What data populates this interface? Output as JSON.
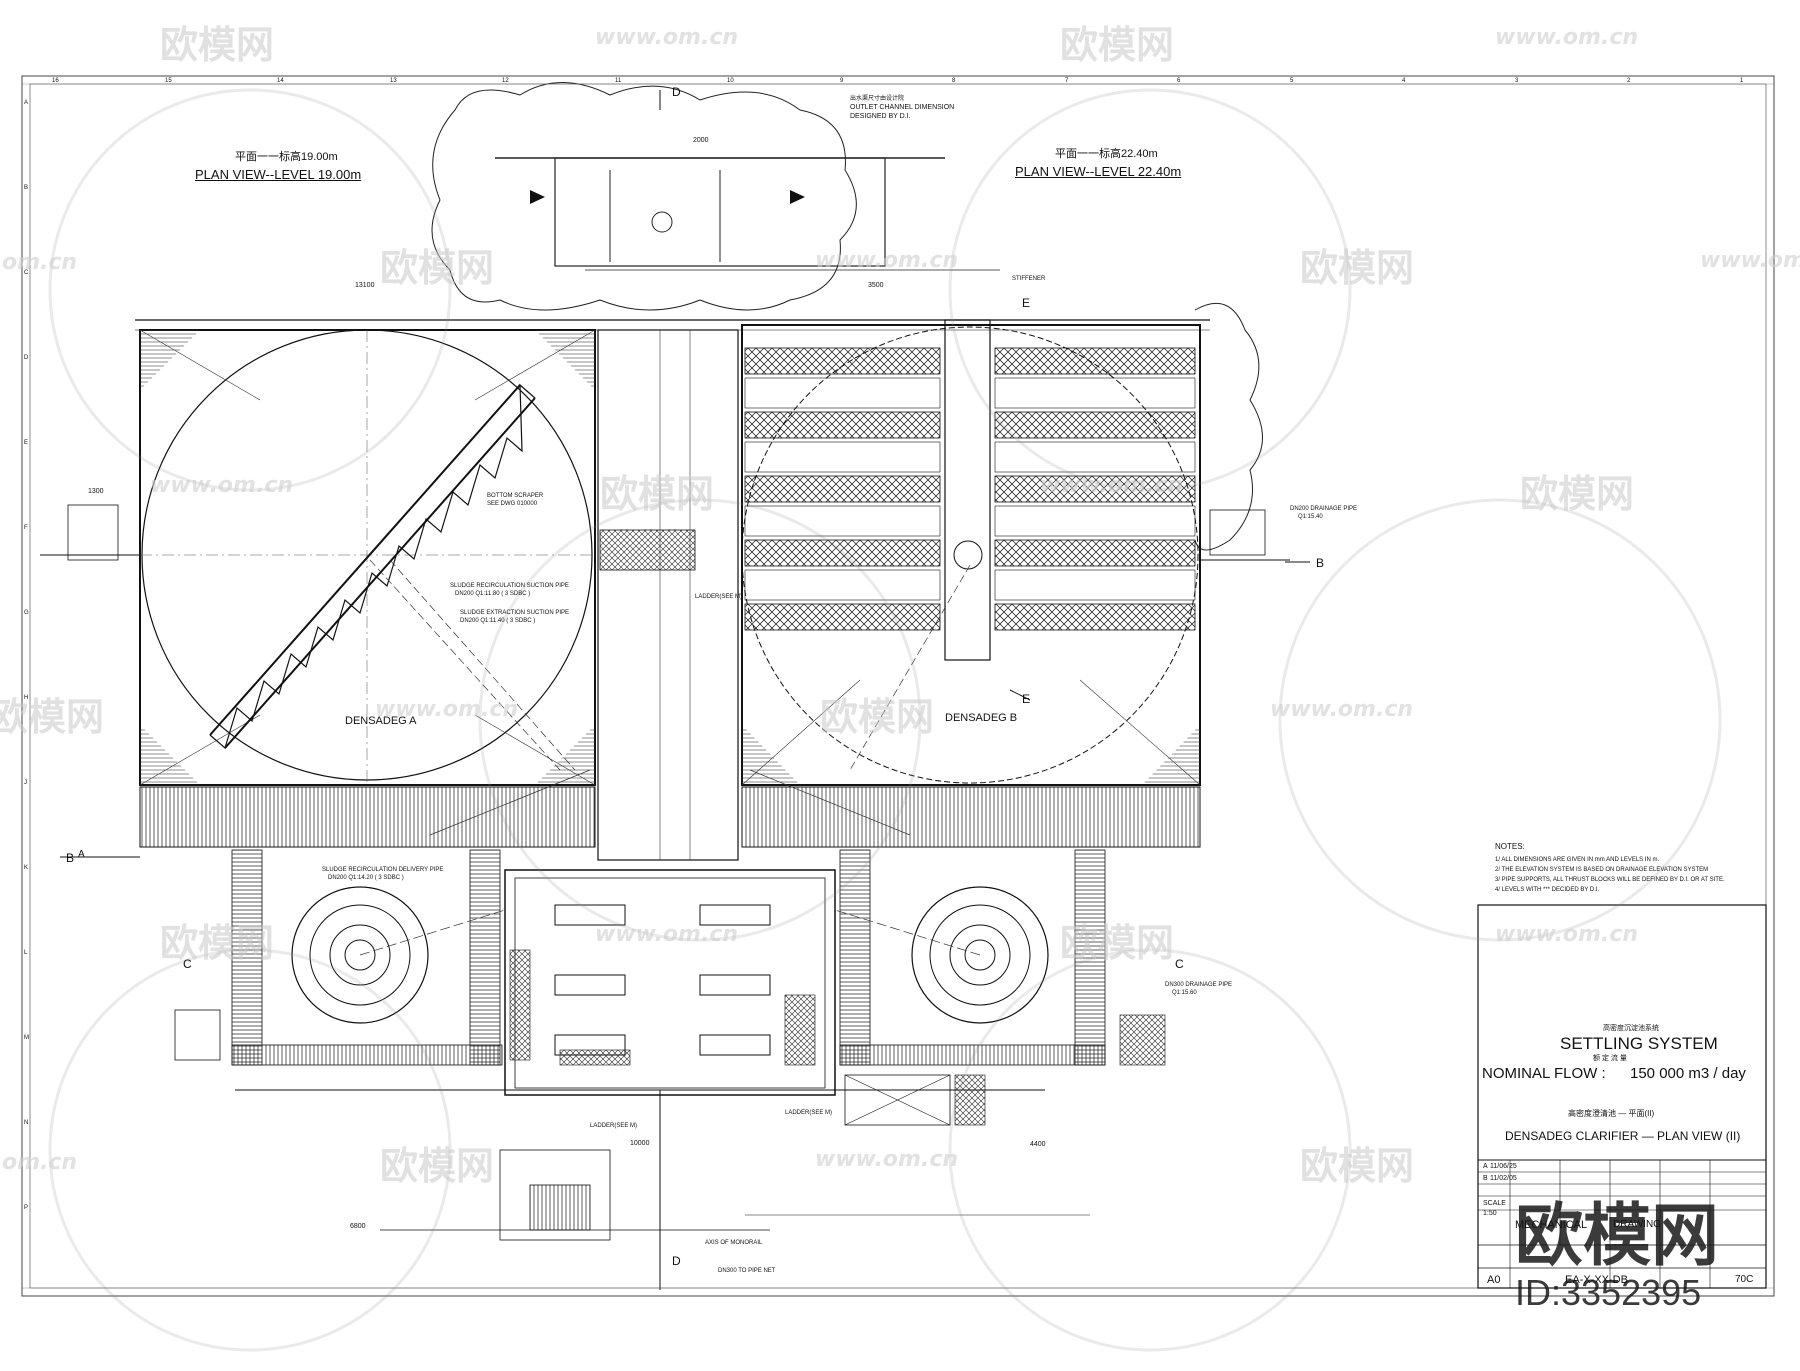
{
  "watermark": {
    "brand": "欧模网",
    "url": "www.om.cn",
    "url_short": "om.cn",
    "id": "ID:3352395"
  },
  "views": {
    "left_cn": "平面一一标高19.00m",
    "left_en": "PLAN VIEW--LEVEL 19.00m",
    "right_cn": "平面一一标高22.40m",
    "right_en": "PLAN VIEW--LEVEL 22.40m"
  },
  "tanks": {
    "a": "DENSADEG A",
    "b": "DENSADEG B"
  },
  "callouts": {
    "outlet_cn": "出水渠尺寸由设计院",
    "outlet_1": "OUTLET CHANNEL DIMENSION",
    "outlet_2": "DESIGNED BY D.I.",
    "section_d": "D",
    "section_e": "E",
    "section_b": "B",
    "section_c": "C",
    "section_a": "A",
    "sludge_rec_1": "SLUDGE RECIRCULATION SUCTION PIPE",
    "sludge_rec_2": "DN200 Q1:11.80 ( 3 SDBC )",
    "sludge_ext_1": "SLUDGE EXTRACTION SUCTION PIPE",
    "sludge_ext_2": "DN200 Q1:11.40 ( 3 SDBC )",
    "sludge_del_1": "SLUDGE RECIRCULATION DELIVERY PIPE",
    "sludge_del_2": "DN200 Q1:14.20 ( 3 SDBC )",
    "bottom_scraper_1": "BOTTOM SCRAPER",
    "bottom_scraper_2": "SEE DWG 010000",
    "drainage_pipe_1": "DN300 DRAINAGE PIPE",
    "drainage_pipe_2": "Q1:15.60",
    "drainage_pipe_r1": "DN200 DRAINAGE PIPE",
    "drainage_pipe_r2": "Q1:15.40",
    "ladder_1": "LADDER(SEE M)",
    "ladder_2": "LADDER(SEE M)",
    "ladder_3": "LADDER(SEE M)",
    "axis_monorail": "AXIS OF MONORAIL",
    "pipe_net": "DN300 TO PIPE NET",
    "stiffener": "STIFFENER",
    "dim_13100": "13100",
    "dim_10000": "10000",
    "dim_4400": "4400",
    "dim_6800": "6800",
    "dim_2000": "2000",
    "dim_1300": "1300",
    "dim_3500": "3500"
  },
  "notes": {
    "title": "NOTES:",
    "lines": [
      "1/ ALL DIMENSIONS ARE GIVEN IN mm AND LEVELS IN m.",
      "2/ THE ELEVATION SYSTEM IS BASED ON DRAINAGE ELEVATION SYSTEM",
      "3/ PIPE SUPPORTS, ALL THRUST BLOCKS WILL BE DEFINED BY D.I. OR AT SITE.",
      "4/ LEVELS WITH *** DECIDED BY D.I."
    ]
  },
  "title_block": {
    "system_cn": "高密度沉淀池系统",
    "system_en": "SETTLING SYSTEM",
    "flow_cn": "额 定 流 量",
    "flow_label": "NOMINAL FLOW :",
    "flow_value": "150 000 m3 / day",
    "view_cn": "高密度澄清池 — 平面(II)",
    "view_en": "DENSADEG CLARIFIER — PLAN VIEW (II)",
    "size": "A0",
    "discipline": "MECHANICAL",
    "drawing": "DRAWING",
    "scale_label": "SCALE",
    "scale": "1:50",
    "rev_a": "A",
    "rev_b": "B",
    "rev_date_1": "11/06/25",
    "rev_date_2": "11/02/05",
    "drawing_no": "EA-X-XX-DB",
    "sheet": "70C"
  },
  "grid": {
    "top": [
      "1",
      "2",
      "3",
      "4",
      "5",
      "6",
      "7",
      "8",
      "9",
      "10",
      "11",
      "12",
      "13",
      "14",
      "15",
      "16"
    ],
    "side": [
      "A",
      "B",
      "C",
      "D",
      "E",
      "F",
      "G",
      "H",
      "J",
      "K",
      "L",
      "M",
      "N",
      "P"
    ]
  }
}
